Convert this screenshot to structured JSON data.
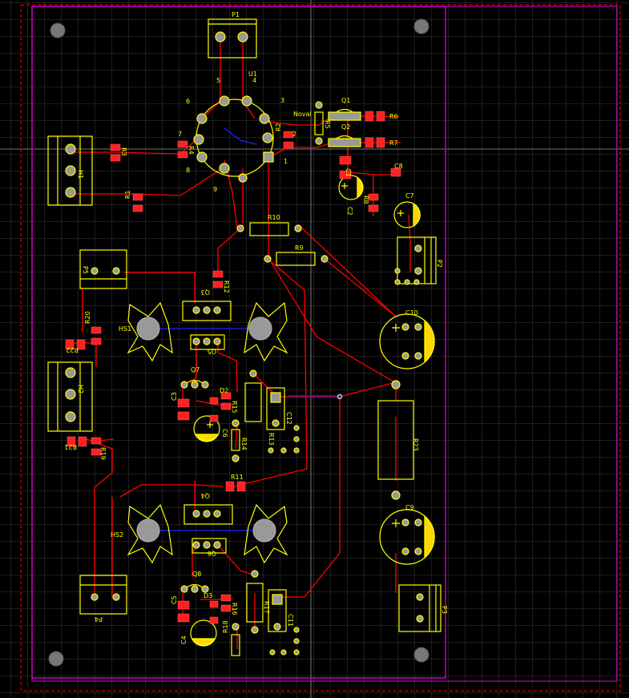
{
  "colors": {
    "background": "#000000",
    "grid": "#3a3a3a",
    "silk": "#ffff00",
    "copper_top": "#ff0000",
    "copper_bottom": "#1a1aff",
    "pad": "#a0a0a0",
    "board_outline": "#ff00ff",
    "keepout": "#ff0000",
    "cap_fill": "#ffd700",
    "via": "#d0d0d0"
  },
  "labels": {
    "P1": "P1",
    "U1": "U1",
    "pin5": "5",
    "pin4": "4",
    "pin6": "6",
    "pin3": "3",
    "pin7": "7",
    "pin2": "2",
    "pin8": "8",
    "pin1": "1",
    "pin9": "9",
    "noval": "Noval",
    "Q1": "Q1",
    "Q2": "Q2",
    "R5": "R5",
    "R6": "R6",
    "R7": "R7",
    "C1": "C1",
    "C2": "C2",
    "C8": "C8",
    "R8": "R8",
    "C7": "C7",
    "R3": "R3",
    "R4": "R4",
    "R2": "R2",
    "R1": "R1",
    "H1": "H1",
    "R10": "R10",
    "R9": "R9",
    "P2": "P2",
    "P5": "P5",
    "R12": "R12",
    "Q3": "Q3",
    "HS1": "HS1",
    "R20": "R20",
    "R22": "R22",
    "Q5": "Q5",
    "C10": "C10",
    "Q7": "Q7",
    "C3": "C3",
    "D2": "D2",
    "R15": "R15",
    "R13": "R13",
    "C12": "C12",
    "C6": "C6",
    "R14": "R14",
    "H2": "H2",
    "R21": "R21",
    "R19": "R19",
    "R23": "R23",
    "R11": "R11",
    "Q4": "Q4",
    "C9": "C9",
    "HS2": "HS2",
    "Q6": "Q6",
    "P4": "P4",
    "Q8": "Q8",
    "D3": "D3",
    "R16": "R16",
    "C5": "C5",
    "R17": "R17",
    "C11": "C11",
    "C4": "C4",
    "R18": "R18",
    "P3": "P3"
  }
}
